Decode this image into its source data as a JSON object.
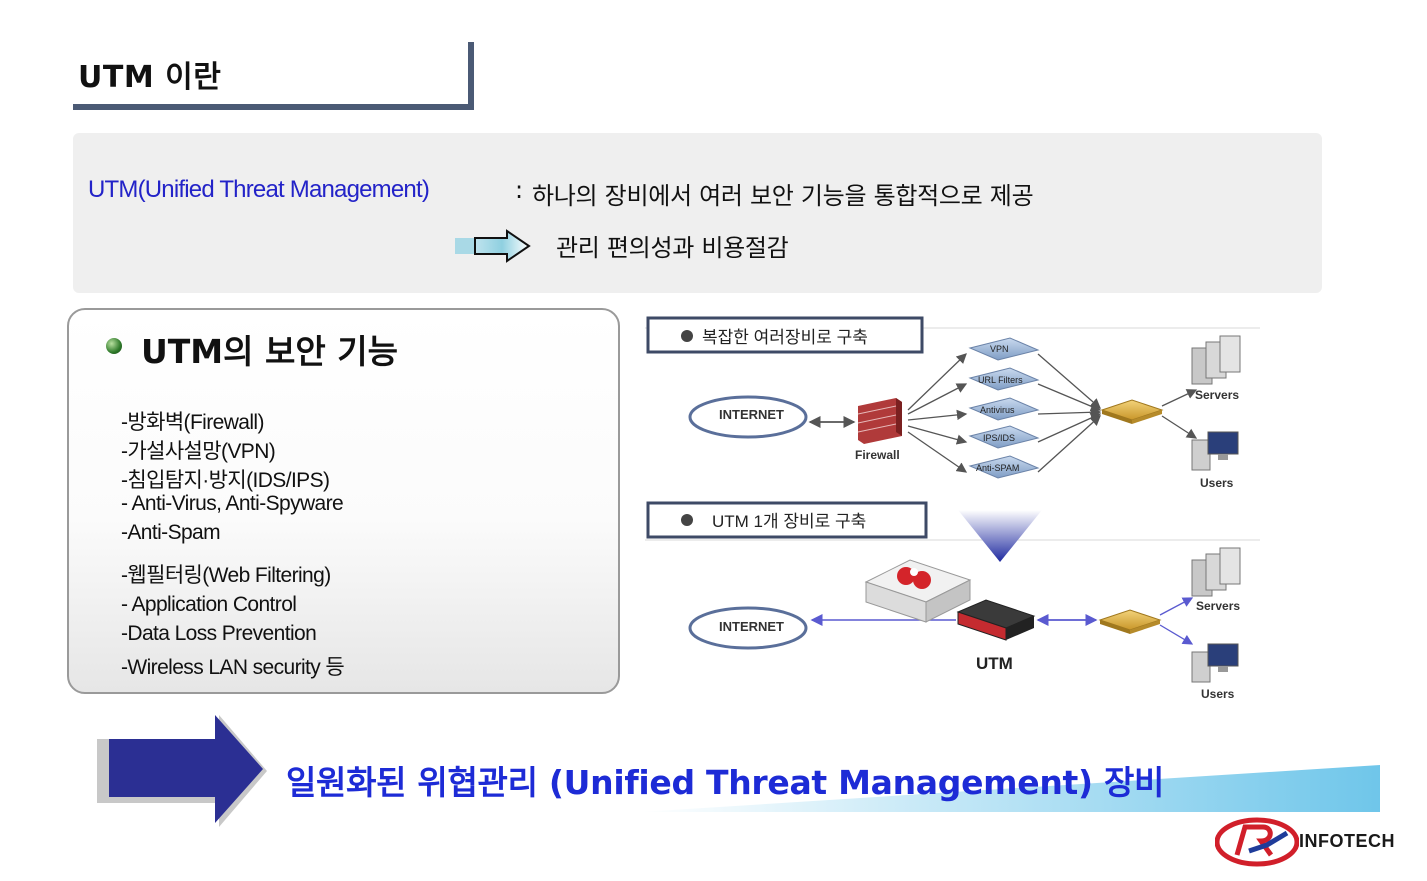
{
  "title": "UTM 이란",
  "definition": {
    "term": "UTM(Unified Threat Management)",
    "colon": ":",
    "description": "하나의 장비에서 여러 보안 기능을  통합적으로 제공",
    "result": "관리 편의성과 비용절감"
  },
  "features": {
    "heading": "UTM의 보안 기능",
    "items": [
      "-방화벽(Firewall)",
      "-가설사설망(VPN)",
      "-침입탐지·방지(IDS/IPS)",
      "-   Anti-Virus, Anti-Spyware",
      "-Anti-Spam",
      "-웹필터링(Web Filtering)",
      "-   Application Control",
      "-Data Loss Prevention",
      "-Wireless LAN security 등"
    ]
  },
  "diagram": {
    "top": {
      "caption": "복잡한 여러장비로 구축",
      "internet": "INTERNET",
      "firewall": "Firewall",
      "modules": [
        "VPN",
        "URL Filters",
        "Antivirus",
        "IPS/IDS",
        "Anti-SPAM"
      ],
      "servers": "Servers",
      "users": "Users"
    },
    "bottom": {
      "caption": "UTM  1개 장비로 구축",
      "internet": "INTERNET",
      "utm": "UTM",
      "servers": "Servers",
      "users": "Users"
    }
  },
  "banner": {
    "text": "일원화된 위협관리 (Unified Threat Management) 장비"
  },
  "logo": {
    "text": "INFOTECH"
  },
  "colors": {
    "accent_blue": "#1d2bd6",
    "title_border": "#4b5a75",
    "panel_gray": "#efefef"
  }
}
